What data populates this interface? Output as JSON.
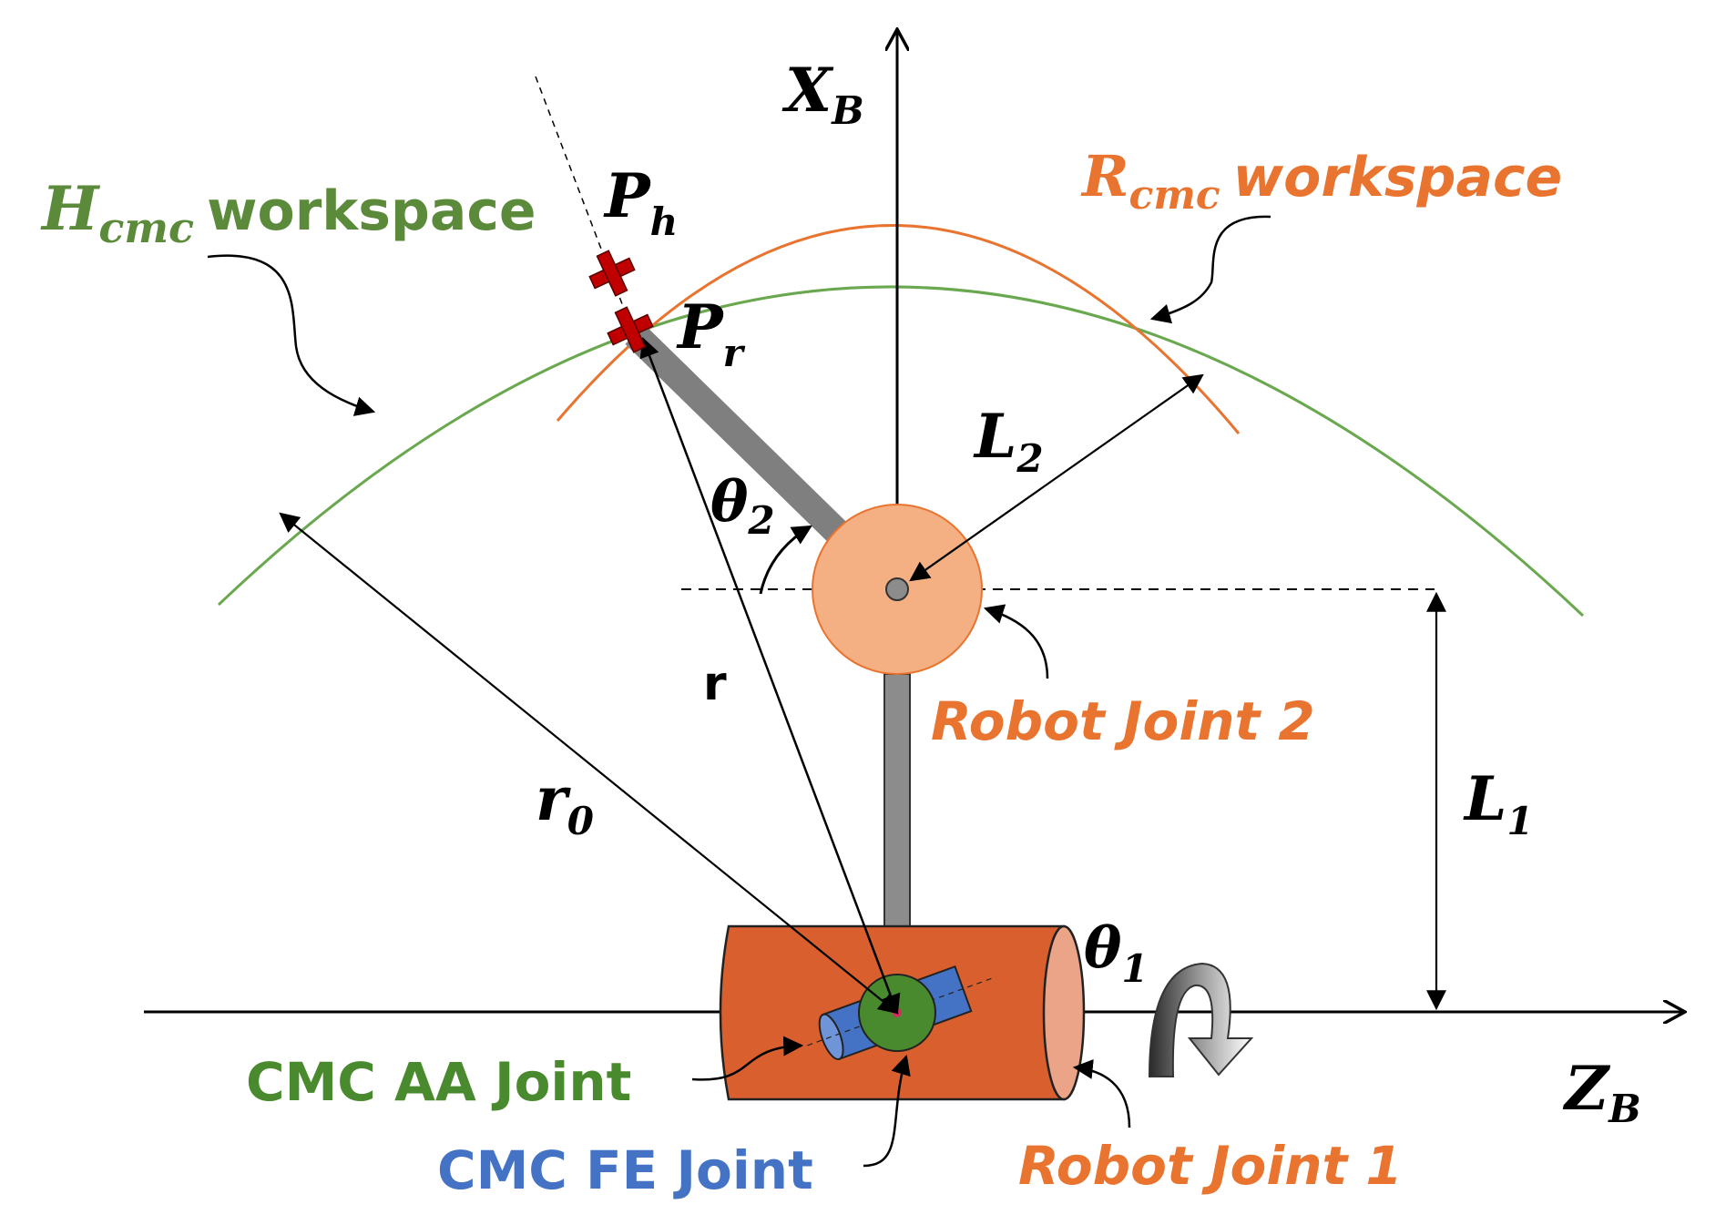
{
  "colors": {
    "green": "#5a8a3a",
    "orange": "#e8742f",
    "robot_orange": "#d9602e",
    "joint_fill": "#f4b083",
    "blue": "#4472c4",
    "cmc_green": "#4a8a2e",
    "marker_red": "#c00000",
    "link_gray": "#8c8c8c",
    "black": "#000000"
  },
  "labels": {
    "xb_main": "X",
    "xb_sub": "B",
    "zb_main": "Z",
    "zb_sub": "B",
    "hcmc_main": "H",
    "hcmc_sub": "cmc",
    "hcmc_word": "workspace",
    "rcmc_main": "R",
    "rcmc_sub": "cmc",
    "rcmc_word": "workspace",
    "ph_main": "P",
    "ph_sub": "h",
    "pr_main": "P",
    "pr_sub": "r",
    "l1_main": "L",
    "l1_sub": "1",
    "l2_main": "L",
    "l2_sub": "2",
    "theta1_main": "θ",
    "theta1_sub": "1",
    "theta2_main": "θ",
    "theta2_sub": "2",
    "r0_main": "r",
    "r0_sub": "0",
    "r_label": "r",
    "robot_joint_2": "Robot Joint 2",
    "robot_joint_1": "Robot Joint 1",
    "cmc_aa_joint": "CMC AA Joint",
    "cmc_fe_joint": "CMC FE Joint"
  }
}
